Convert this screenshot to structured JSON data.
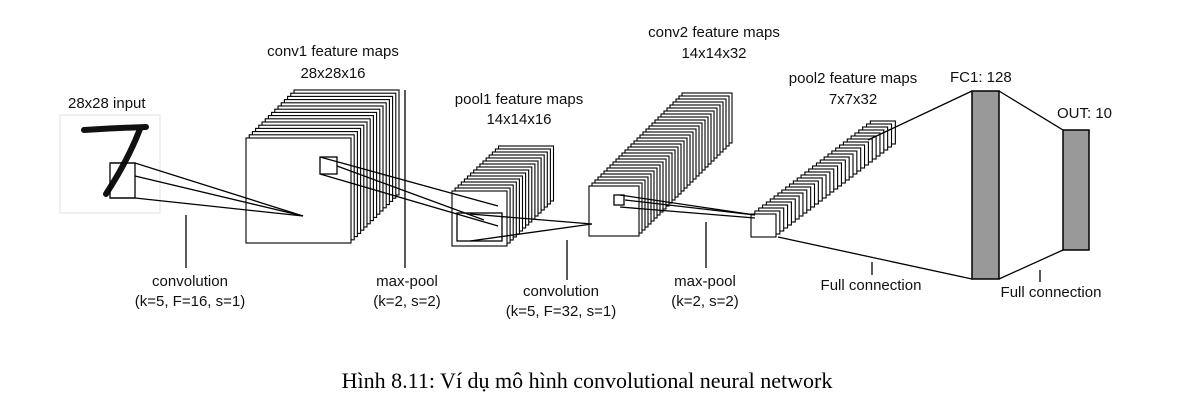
{
  "diagram": {
    "input_label": "28x28 input",
    "input_digit": "7",
    "conv1": {
      "title": "conv1 feature maps",
      "size": "28x28x16"
    },
    "pool1": {
      "title": "pool1 feature maps",
      "size": "14x14x16"
    },
    "conv2": {
      "title": "conv2 feature maps",
      "size": "14x14x32"
    },
    "pool2": {
      "title": "pool2 feature maps",
      "size": "7x7x32"
    },
    "fc1": "FC1: 128",
    "out": "OUT: 10",
    "op1": {
      "name": "convolution",
      "params": "(k=5, F=16, s=1)"
    },
    "op2": {
      "name": "max-pool",
      "params": "(k=2, s=2)"
    },
    "op3": {
      "name": "convolution",
      "params": "(k=5, F=32, s=1)"
    },
    "op4": {
      "name": "max-pool",
      "params": "(k=2, s=2)"
    },
    "op5": {
      "name": "Full connection"
    },
    "op6": {
      "name": "Full connection"
    }
  },
  "caption": "Hình 8.11: Ví dụ mô hình convolutional neural network",
  "colors": {
    "fc_fill": "#999999",
    "stroke": "#000000"
  }
}
